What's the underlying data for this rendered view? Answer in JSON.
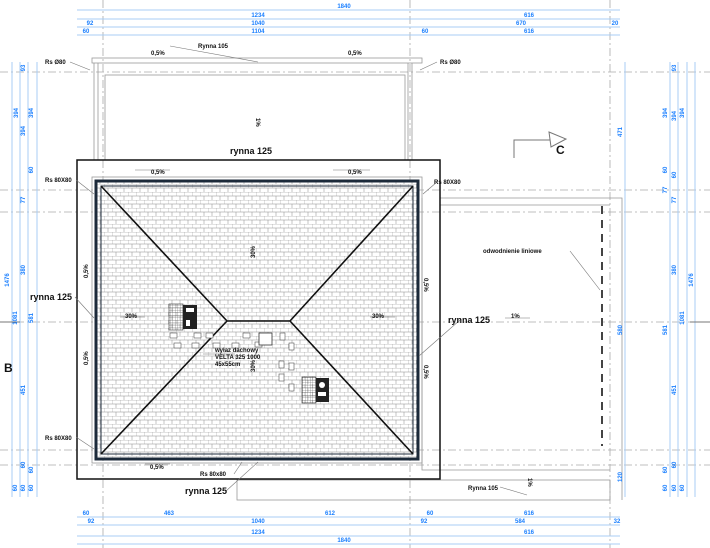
{
  "dimensions": {
    "top": [
      "1840",
      "1234",
      "616",
      "92",
      "1040",
      "670",
      "20",
      "60",
      "1104",
      "60",
      "616"
    ],
    "bottom": [
      "60",
      "463",
      "612",
      "60",
      "616",
      "92",
      "1040",
      "92",
      "584",
      "32",
      "1234",
      "616",
      "1840"
    ],
    "left": [
      "93",
      "394",
      "394",
      "394",
      "60",
      "77",
      "380",
      "1476",
      "1081",
      "581",
      "451",
      "60",
      "60",
      "60",
      "60",
      "60"
    ],
    "right": [
      "471",
      "93",
      "394",
      "394",
      "394",
      "60",
      "60",
      "77",
      "77",
      "380",
      "1476",
      "1081",
      "580",
      "581",
      "451",
      "120",
      "60",
      "60",
      "60",
      "60",
      "60"
    ]
  },
  "labels": {
    "rs_top_left": "Rs Ø80",
    "rs_top_right": "Rs Ø80",
    "rynna_top": "Rynna 105",
    "slope_top_left": "0,5%",
    "slope_top_right": "0,5%",
    "slope_upper_terrace": "1%",
    "rynna_main_top": "rynna 125",
    "slope_roof_top_left": "0,5%",
    "slope_roof_top_right": "0,5%",
    "rs_left_top": "Rs 80X80",
    "rs_right_top": "Rs 80X80",
    "rynna_left": "rynna 125",
    "slope_left_upper": "0,5%",
    "slope_left_lower": "0,5%",
    "pitch_west": "30%",
    "pitch_north": "30%",
    "pitch_east": "30%",
    "pitch_south": "30%",
    "slope_right_upper": "0,5%",
    "slope_right_lower": "0,5%",
    "rynna_right": "rynna 125",
    "slope_terrace_right": "1%",
    "linear_drain": "odwodnienie liniowe",
    "section_c": "C",
    "section_b": "B",
    "rs_left_bottom": "Rs 80X80",
    "slope_roof_bottom": "0,5%",
    "rs_bottom": "Rs 80x80",
    "rynna_bottom": "rynna 125",
    "rynna_bottom_right": "Rynna 105",
    "slope_bottom_right": "1%",
    "hatch_line1": "wyłaz dachowy",
    "hatch_line2": "VELTA 325 1000",
    "hatch_line3": "45x55cm"
  },
  "colors": {
    "dimension": "#1a7fff",
    "dimension_line": "#a8cdf5",
    "roof_outline": "#1c2a3a"
  }
}
